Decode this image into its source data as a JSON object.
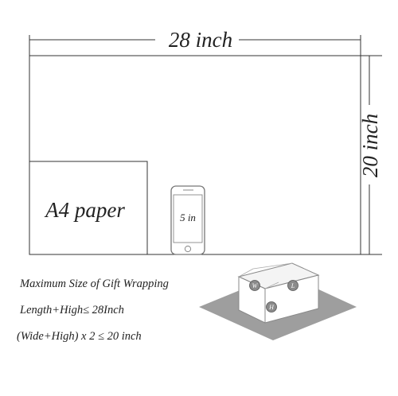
{
  "dimensions": {
    "width_label": "28 inch",
    "height_label": "20 inch"
  },
  "a4_label": "A4 paper",
  "phone_label": "5 in",
  "notes": {
    "line1": "Maximum Size of Gift Wrapping",
    "line2": "Length+High≤ 28Inch",
    "line3": "(Wide+High) x 2 ≤ 20 inch"
  },
  "box_markers": {
    "w": "W",
    "l": "L",
    "h": "H"
  }
}
